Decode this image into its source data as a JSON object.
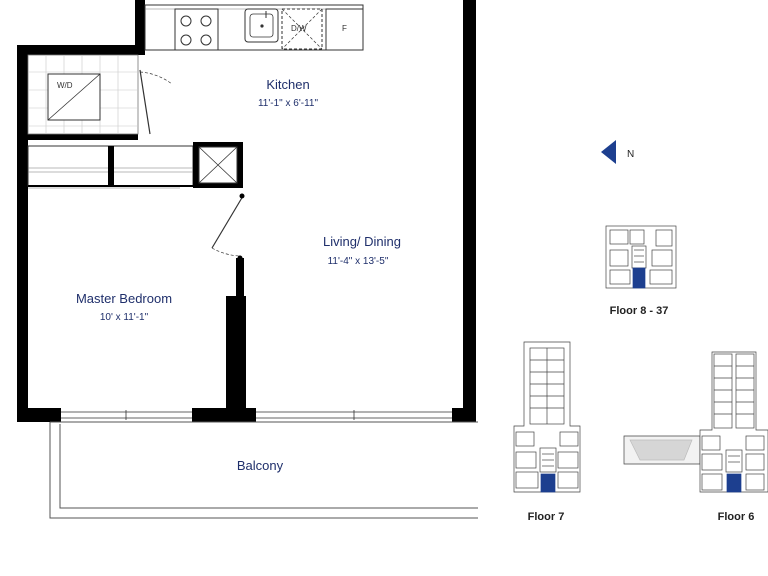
{
  "colors": {
    "wall": "#000000",
    "accent": "#1d3f8f",
    "label": "#1f2f6b",
    "line": "#555555"
  },
  "rooms": {
    "kitchen": {
      "name": "Kitchen",
      "dims": "11'-1\" x 6'-11\""
    },
    "living": {
      "name": "Living/ Dining",
      "dims": "11'-4\" x 13'-5\""
    },
    "bedroom": {
      "name": "Master Bedroom",
      "dims": "10' x 11'-1\""
    },
    "balcony": {
      "name": "Balcony"
    }
  },
  "fixtures": {
    "washer_dryer": "W/D",
    "dishwasher": "D/W",
    "fridge": "F"
  },
  "compass": {
    "label": "N",
    "icon": "north-arrow-icon"
  },
  "key_plans": [
    {
      "label": "Floor 8 - 37"
    },
    {
      "label": "Floor 7"
    },
    {
      "label": "Floor 6"
    }
  ]
}
